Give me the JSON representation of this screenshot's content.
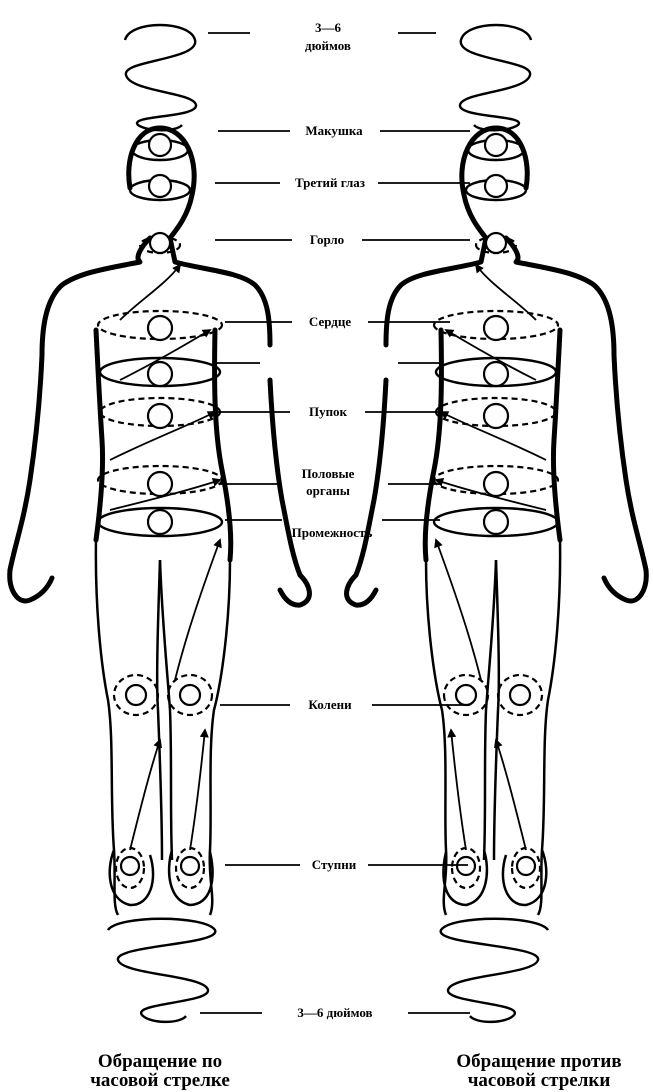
{
  "top_distance": {
    "line1": "3—6",
    "line2": "дюймов"
  },
  "bottom_distance": "3—6 дюймов",
  "labels": {
    "crown": "Макушка",
    "third_eye": "Третий глаз",
    "throat": "Горло",
    "heart": "Сердце",
    "navel": "Пупок",
    "genitals_1": "Половые",
    "genitals_2": "органы",
    "perineum": "Промежность",
    "knees": "Колени",
    "feet": "Ступни"
  },
  "captions": {
    "left_1": "Обращение по",
    "left_2": "часовой стрелке",
    "right_1": "Обращение против",
    "right_2": "часовой стрелки"
  }
}
